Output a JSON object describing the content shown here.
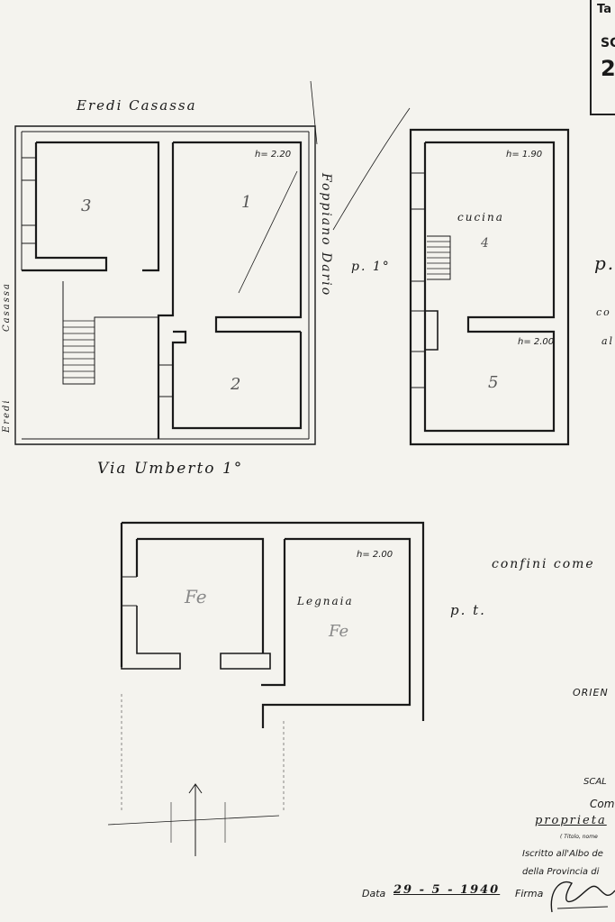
{
  "header_box": {
    "line1": "Ta",
    "line2": "SC",
    "line3": "2"
  },
  "labels": {
    "eredi_casassa_top": "Eredi Casassa",
    "eredi_casassa_side": "Eredi Casassa",
    "eredi_side": "Eredi",
    "casassa_side": "Casassa",
    "foppiano_dario": "Foppiano Dario",
    "via_umberto": "Via Umberto 1°",
    "p1": "p. 1°",
    "pt": "p. t.",
    "p_right": "p.",
    "co_right": "co",
    "al_right": "al",
    "cucina": "cucina",
    "legnaia": "Legnaia",
    "confini": "confini come",
    "orien": "ORIEN",
    "scal": "SCAL",
    "com": "Com",
    "proprieta": "proprieta",
    "titolo_nome": "( Titolo, nome",
    "iscritto": "Iscritto all'Albo de",
    "provincia": "della Provincia di",
    "data_label": "Data",
    "data_value": "29 - 5 - 1940",
    "firma_label": "Firma"
  },
  "heights": {
    "room1": "h= 2.20",
    "cucina": "h= 1.90",
    "room5": "h= 2.00",
    "legnaia": "h= 2.00"
  },
  "rooms": {
    "r1": "1",
    "r2": "2",
    "r3": "3",
    "r4": "4",
    "r5": "5",
    "fe1": "Fe",
    "fe2": "Fe"
  }
}
